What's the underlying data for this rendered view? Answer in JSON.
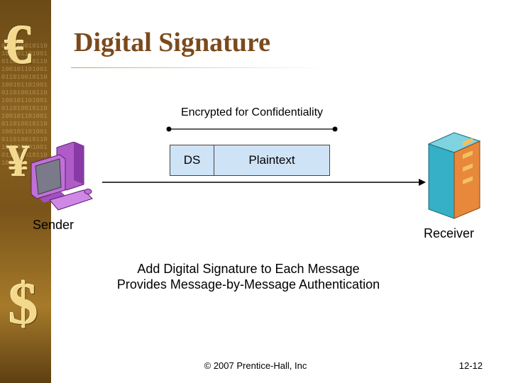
{
  "slide": {
    "title": "Digital Signature",
    "footer": "© 2007 Prentice-Hall, Inc",
    "page_number": "12-12"
  },
  "diagram": {
    "encryption_label": "Encrypted for Confidentiality",
    "message": {
      "signature_label": "DS",
      "body_label": "Plaintext",
      "fill_color": "#cfe3f7"
    },
    "sender_label": "Sender",
    "receiver_label": "Receiver",
    "caption_lines": [
      "Add Digital Signature to Each Message",
      "Provides Message-by-Message Authentication"
    ]
  },
  "colors": {
    "title": "#7b4a1c",
    "sidebar": "#8a6220"
  },
  "icons": {
    "sender": "computer-icon",
    "receiver": "server-icon",
    "sidebar_symbols": [
      "euro-sign",
      "yen-sign",
      "dollar-sign"
    ]
  }
}
